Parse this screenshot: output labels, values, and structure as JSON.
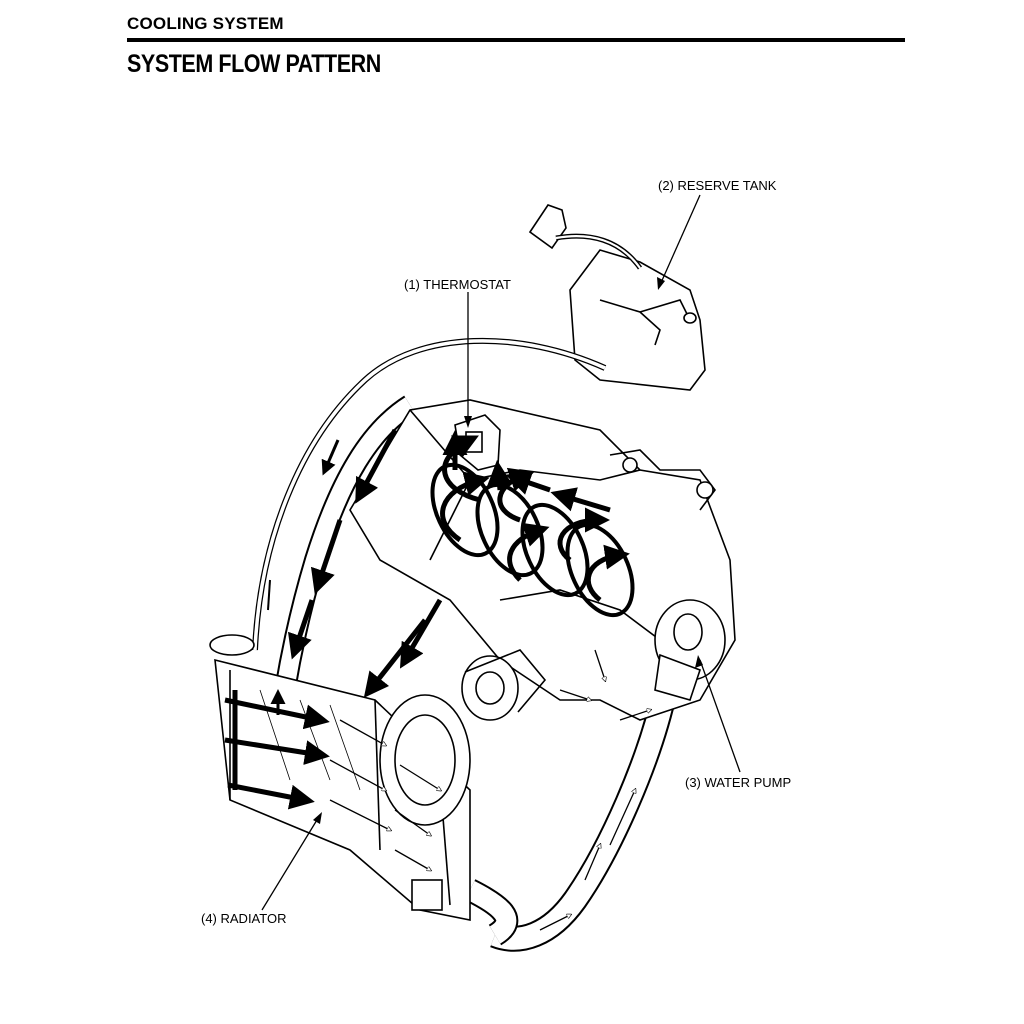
{
  "header": {
    "section": "COOLING SYSTEM",
    "title": "SYSTEM FLOW PATTERN"
  },
  "callouts": {
    "thermostat": "(1) THERMOSTAT",
    "reserve_tank": "(2) RESERVE TANK",
    "water_pump": "(3) WATER PUMP",
    "radiator": "(4) RADIATOR"
  }
}
